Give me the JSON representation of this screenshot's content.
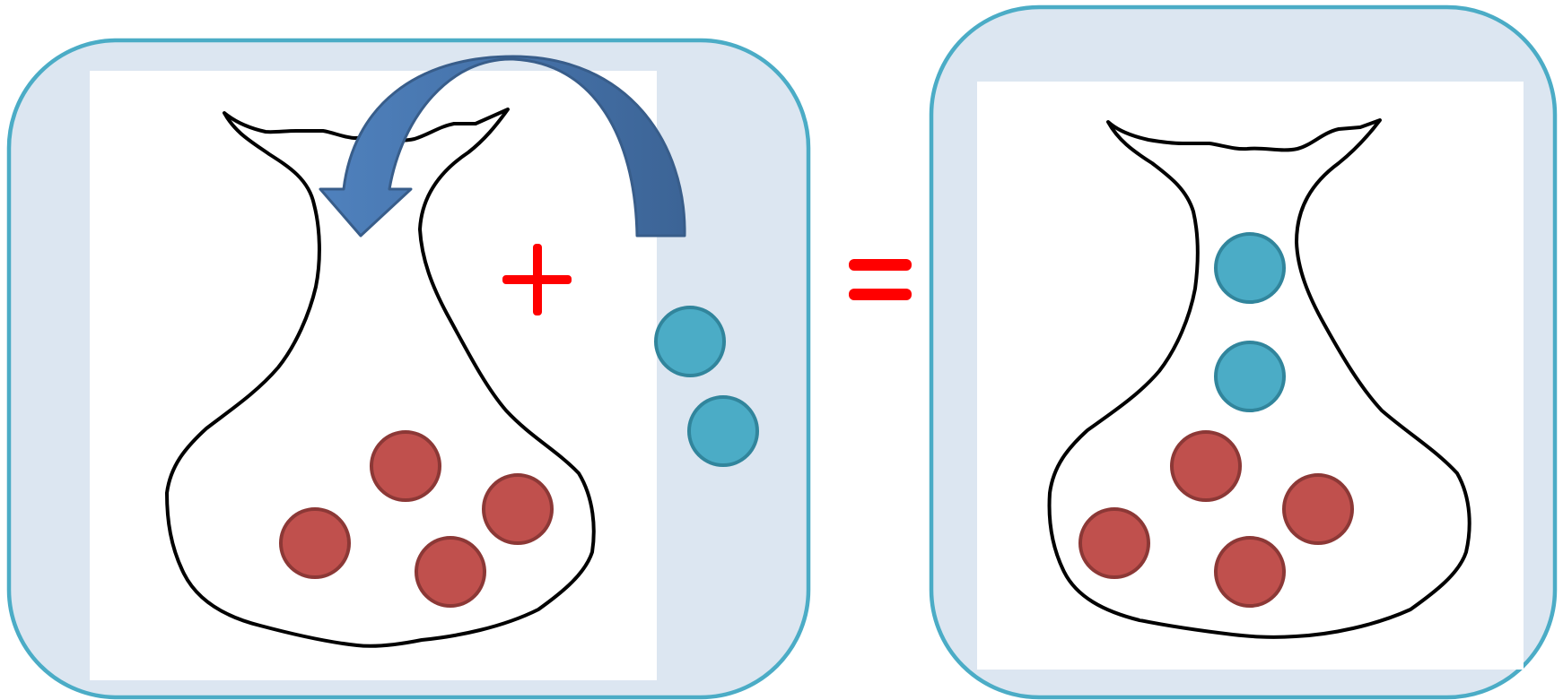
{
  "colors": {
    "panel_fill": "#dce6f1",
    "panel_border": "#4bacc6",
    "canvas": "#ffffff",
    "sack_outline": "#000000",
    "red_ball_fill": "#c0504d",
    "red_ball_stroke": "#8c3836",
    "blue_ball_fill": "#4bacc6",
    "blue_ball_stroke": "#31859c",
    "arrow_light": "#4f81bd",
    "arrow_dark": "#3c6496",
    "arrow_stroke": "#385d8a",
    "operator_red": "#ff0000"
  },
  "icons": {
    "arrow": "curved-arrow-icon",
    "plus": "plus-icon",
    "equals": "equals-icon"
  },
  "left_panel": {
    "sack_red_balls": 4,
    "outside_blue_balls": 2
  },
  "right_panel": {
    "sack_red_balls": 4,
    "sack_blue_balls": 2
  }
}
